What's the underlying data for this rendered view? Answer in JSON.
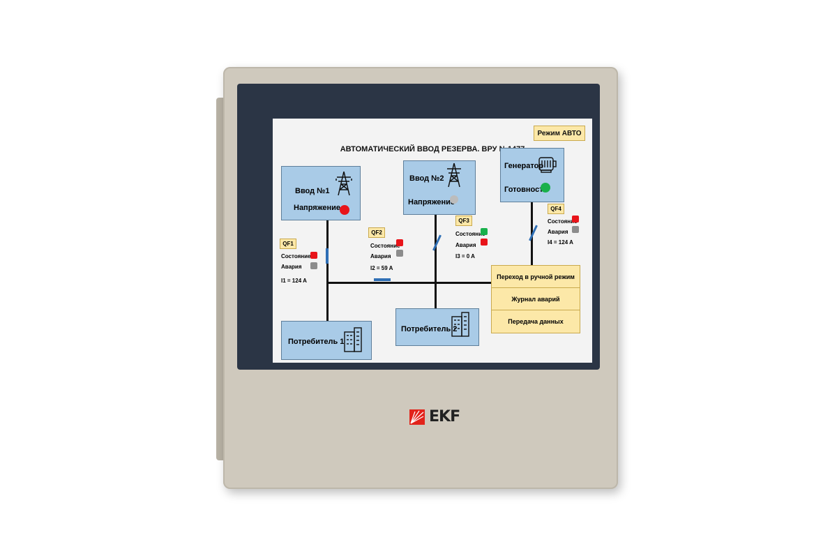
{
  "screen": {
    "title": "АВТОМАТИЧЕСКИЙ ВВОД РЕЗЕРВА. ВРУ №1477",
    "mode_label": "Режим АВТО"
  },
  "inputs": {
    "input1": {
      "label": "Ввод №1",
      "voltage_label": "Напряжение",
      "voltage_status_color": "#e8141a"
    },
    "input2": {
      "label": "Ввод №2",
      "voltage_label": "Напряжение",
      "voltage_status_color": "#bcbcbc"
    },
    "generator": {
      "label": "Генератор",
      "ready_label": "Готовность",
      "ready_status_color": "#19b04b"
    }
  },
  "breakers": {
    "qf1": {
      "name": "QF1",
      "state_label": "Состояние",
      "alarm_label": "Авария",
      "current": "I1 = 124 A",
      "state_color": "#e8141a",
      "alarm_color": "#8c8c8c"
    },
    "qf2": {
      "name": "QF2",
      "state_label": "Состояние",
      "alarm_label": "Авария",
      "current": "I2 = 59 A",
      "state_color": "#e8141a",
      "alarm_color": "#8c8c8c"
    },
    "qf3": {
      "name": "QF3",
      "state_label": "Состояние",
      "alarm_label": "Авария",
      "current": "I3 = 0 A",
      "state_color": "#19b04b",
      "alarm_color": "#e8141a"
    },
    "qf4": {
      "name": "QF4",
      "state_label": "Состояние",
      "alarm_label": "Авария",
      "current": "I4 = 124 A",
      "state_color": "#e8141a",
      "alarm_color": "#8c8c8c"
    }
  },
  "consumers": {
    "consumer1": {
      "label": "Потребитель 1"
    },
    "consumer2": {
      "label": "Потребитель 2"
    }
  },
  "buttons": {
    "manual_mode": "Переход в ручной режим",
    "alarm_log": "Журнал аварий",
    "data_transfer": "Передача данных"
  },
  "brand": {
    "logo_text": "EKF",
    "logo_color": "#e2231a"
  },
  "colors": {
    "panel_box": "#a9cbe7",
    "button_panel": "#fce8a8",
    "bezel": "#2b3545",
    "housing": "#cfc9bd",
    "switch_blue": "#2f6fb5"
  },
  "icons": {
    "input1": "power-tower-icon",
    "input2": "power-tower-icon",
    "generator": "generator-motor-icon",
    "consumer1": "building-icon",
    "consumer2": "building-icon"
  }
}
